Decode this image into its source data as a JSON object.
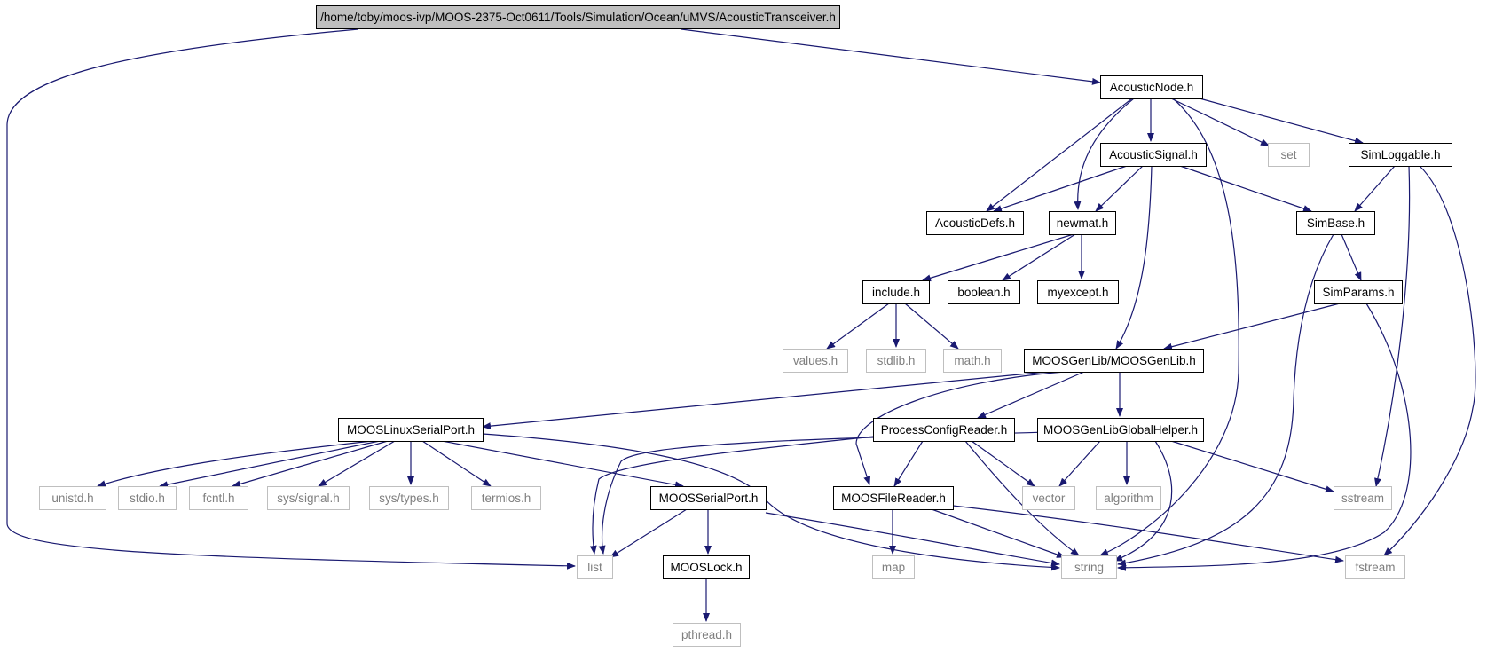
{
  "colors": {
    "edge": "#191970",
    "node_border": "#000000",
    "external_border": "#bfbfbf",
    "external_text": "#7f7f7f",
    "root_fill": "#bfbfbf",
    "node_fill": "#ffffff"
  },
  "graph": {
    "nodes": [
      {
        "id": "root",
        "label": "/home/toby/moos-ivp/MOOS-2375-Oct0611/Tools/Simulation/Ocean/uMVS/AcousticTransceiver.h",
        "kind": "root"
      },
      {
        "id": "acousticnode",
        "label": "AcousticNode.h",
        "kind": "internal"
      },
      {
        "id": "acousticsignal",
        "label": "AcousticSignal.h",
        "kind": "internal"
      },
      {
        "id": "set",
        "label": "set",
        "kind": "external"
      },
      {
        "id": "simloggable",
        "label": "SimLoggable.h",
        "kind": "internal"
      },
      {
        "id": "acousticdefs",
        "label": "AcousticDefs.h",
        "kind": "internal"
      },
      {
        "id": "newmat",
        "label": "newmat.h",
        "kind": "internal"
      },
      {
        "id": "simbase",
        "label": "SimBase.h",
        "kind": "internal"
      },
      {
        "id": "include",
        "label": "include.h",
        "kind": "internal"
      },
      {
        "id": "boolean",
        "label": "boolean.h",
        "kind": "internal"
      },
      {
        "id": "myexcept",
        "label": "myexcept.h",
        "kind": "internal"
      },
      {
        "id": "simparams",
        "label": "SimParams.h",
        "kind": "internal"
      },
      {
        "id": "values",
        "label": "values.h",
        "kind": "external"
      },
      {
        "id": "stdlib",
        "label": "stdlib.h",
        "kind": "external"
      },
      {
        "id": "math",
        "label": "math.h",
        "kind": "external"
      },
      {
        "id": "moosgenlib",
        "label": "MOOSGenLib/MOOSGenLib.h",
        "kind": "internal"
      },
      {
        "id": "linuxserial",
        "label": "MOOSLinuxSerialPort.h",
        "kind": "internal"
      },
      {
        "id": "processconfig",
        "label": "ProcessConfigReader.h",
        "kind": "internal"
      },
      {
        "id": "globalhelper",
        "label": "MOOSGenLibGlobalHelper.h",
        "kind": "internal"
      },
      {
        "id": "unistd",
        "label": "unistd.h",
        "kind": "external"
      },
      {
        "id": "stdio",
        "label": "stdio.h",
        "kind": "external"
      },
      {
        "id": "fcntl",
        "label": "fcntl.h",
        "kind": "external"
      },
      {
        "id": "syssignal",
        "label": "sys/signal.h",
        "kind": "external"
      },
      {
        "id": "systypes",
        "label": "sys/types.h",
        "kind": "external"
      },
      {
        "id": "termios",
        "label": "termios.h",
        "kind": "external"
      },
      {
        "id": "serialport",
        "label": "MOOSSerialPort.h",
        "kind": "internal"
      },
      {
        "id": "filereader",
        "label": "MOOSFileReader.h",
        "kind": "internal"
      },
      {
        "id": "vector",
        "label": "vector",
        "kind": "external"
      },
      {
        "id": "algorithm",
        "label": "algorithm",
        "kind": "external"
      },
      {
        "id": "sstream",
        "label": "sstream",
        "kind": "external"
      },
      {
        "id": "list",
        "label": "list",
        "kind": "external"
      },
      {
        "id": "mooslock",
        "label": "MOOSLock.h",
        "kind": "internal"
      },
      {
        "id": "map",
        "label": "map",
        "kind": "external"
      },
      {
        "id": "string",
        "label": "string",
        "kind": "external"
      },
      {
        "id": "fstream",
        "label": "fstream",
        "kind": "external"
      },
      {
        "id": "pthread",
        "label": "pthread.h",
        "kind": "external"
      }
    ],
    "edges": [
      {
        "from": "root",
        "to": "acousticnode"
      },
      {
        "from": "root",
        "to": "list"
      },
      {
        "from": "acousticnode",
        "to": "acousticsignal"
      },
      {
        "from": "acousticnode",
        "to": "set"
      },
      {
        "from": "acousticnode",
        "to": "simloggable"
      },
      {
        "from": "acousticnode",
        "to": "acousticdefs"
      },
      {
        "from": "acousticnode",
        "to": "newmat"
      },
      {
        "from": "acousticnode",
        "to": "string"
      },
      {
        "from": "acousticsignal",
        "to": "acousticdefs"
      },
      {
        "from": "acousticsignal",
        "to": "newmat"
      },
      {
        "from": "acousticsignal",
        "to": "simbase"
      },
      {
        "from": "acousticsignal",
        "to": "moosgenlib"
      },
      {
        "from": "simloggable",
        "to": "simbase"
      },
      {
        "from": "simloggable",
        "to": "sstream"
      },
      {
        "from": "simloggable",
        "to": "fstream"
      },
      {
        "from": "newmat",
        "to": "include"
      },
      {
        "from": "newmat",
        "to": "boolean"
      },
      {
        "from": "newmat",
        "to": "myexcept"
      },
      {
        "from": "simbase",
        "to": "simparams"
      },
      {
        "from": "simbase",
        "to": "string"
      },
      {
        "from": "include",
        "to": "values"
      },
      {
        "from": "include",
        "to": "stdlib"
      },
      {
        "from": "include",
        "to": "math"
      },
      {
        "from": "simparams",
        "to": "moosgenlib"
      },
      {
        "from": "simparams",
        "to": "string"
      },
      {
        "from": "moosgenlib",
        "to": "linuxserial"
      },
      {
        "from": "moosgenlib",
        "to": "processconfig"
      },
      {
        "from": "moosgenlib",
        "to": "globalhelper"
      },
      {
        "from": "moosgenlib",
        "to": "filereader"
      },
      {
        "from": "linuxserial",
        "to": "unistd"
      },
      {
        "from": "linuxserial",
        "to": "stdio"
      },
      {
        "from": "linuxserial",
        "to": "fcntl"
      },
      {
        "from": "linuxserial",
        "to": "syssignal"
      },
      {
        "from": "linuxserial",
        "to": "systypes"
      },
      {
        "from": "linuxserial",
        "to": "termios"
      },
      {
        "from": "linuxserial",
        "to": "serialport"
      },
      {
        "from": "linuxserial",
        "to": "string"
      },
      {
        "from": "processconfig",
        "to": "filereader"
      },
      {
        "from": "processconfig",
        "to": "list"
      },
      {
        "from": "processconfig",
        "to": "vector"
      },
      {
        "from": "processconfig",
        "to": "string"
      },
      {
        "from": "globalhelper",
        "to": "vector"
      },
      {
        "from": "globalhelper",
        "to": "algorithm"
      },
      {
        "from": "globalhelper",
        "to": "sstream"
      },
      {
        "from": "globalhelper",
        "to": "list"
      },
      {
        "from": "globalhelper",
        "to": "string"
      },
      {
        "from": "serialport",
        "to": "list"
      },
      {
        "from": "serialport",
        "to": "mooslock"
      },
      {
        "from": "serialport",
        "to": "string"
      },
      {
        "from": "filereader",
        "to": "map"
      },
      {
        "from": "filereader",
        "to": "string"
      },
      {
        "from": "filereader",
        "to": "fstream"
      },
      {
        "from": "mooslock",
        "to": "pthread"
      }
    ]
  }
}
